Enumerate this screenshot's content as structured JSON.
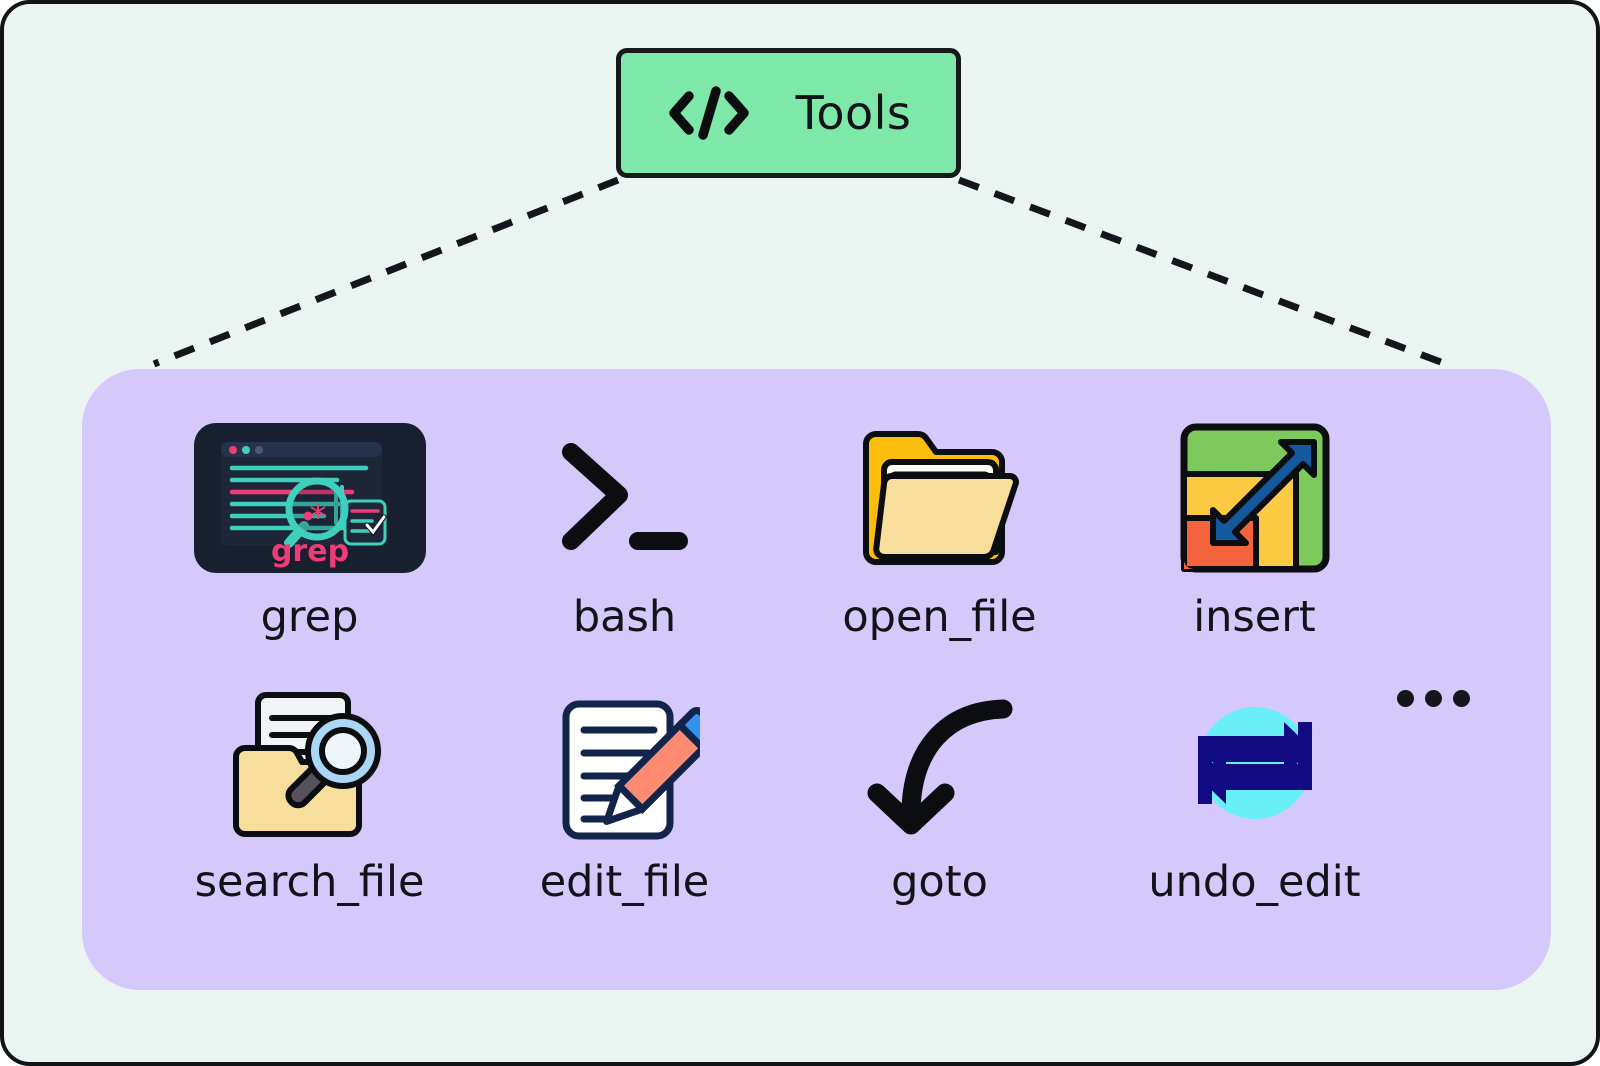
{
  "diagram": {
    "background_color": "#eaf4f0",
    "border_color": "#111318"
  },
  "root_node": {
    "label": "Tools",
    "icon": "code-brackets-icon",
    "fill_color": "#7ee8a9",
    "border_color": "#17181c"
  },
  "panel": {
    "fill_color": "#d5c8fb",
    "overflow_indicator": "..."
  },
  "tools": [
    {
      "label": "grep",
      "icon": "grep-terminal-icon",
      "row": 1,
      "col": 1
    },
    {
      "label": "bash",
      "icon": "shell-prompt-icon",
      "row": 1,
      "col": 2
    },
    {
      "label": "open_file",
      "icon": "open-folder-icon",
      "row": 1,
      "col": 3
    },
    {
      "label": "insert",
      "icon": "resize-arrows-icon",
      "row": 1,
      "col": 4
    },
    {
      "label": "search_file",
      "icon": "folder-magnifier-icon",
      "row": 2,
      "col": 1
    },
    {
      "label": "edit_file",
      "icon": "document-pencil-icon",
      "row": 2,
      "col": 2
    },
    {
      "label": "goto",
      "icon": "curved-down-arrow-icon",
      "row": 2,
      "col": 3
    },
    {
      "label": "undo_edit",
      "icon": "cycle-arrows-icon",
      "row": 2,
      "col": 4
    }
  ],
  "connectors": [
    {
      "from": "root_node_bottom_left",
      "to": "panel_top_left",
      "style": "dashed"
    },
    {
      "from": "root_node_bottom_right",
      "to": "panel_top_right",
      "style": "dashed"
    }
  ],
  "colors": {
    "grep_bg": "#18202f",
    "grep_accent_pink": "#ef3c76",
    "grep_accent_teal": "#3fd0bd",
    "folder_yellow": "#fbbe0c",
    "folder_light": "#f8de9b",
    "insert_green": "#7dc95b",
    "insert_yellow": "#fcc942",
    "insert_orange": "#f4643c",
    "insert_blue": "#13599e",
    "pencil_salmon": "#fd8b72",
    "pencil_blue": "#2f93ef",
    "undo_cyan": "#68eff8",
    "undo_navy": "#120b84"
  }
}
